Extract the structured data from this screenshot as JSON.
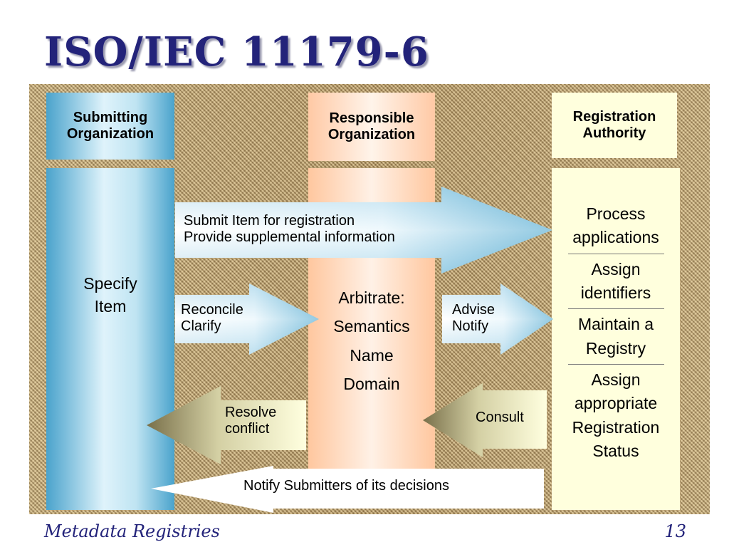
{
  "title": "ISO/IEC 11179-6",
  "headers": {
    "submitting": "Submitting\nOrganization",
    "responsible": "Responsible\nOrganization",
    "registration": "Registration\nAuthority"
  },
  "columns": {
    "submitting": "Specify\nItem",
    "responsible": "Arbitrate:\nSemantics\nName\nDomain",
    "registration": [
      "Process\napplications",
      "Assign\nidentifiers",
      "Maintain a\nRegistry",
      "Assign\nappropriate\nRegistration\nStatus"
    ]
  },
  "arrows": {
    "submit": "Submit Item for registration\nProvide supplemental information",
    "reconcile": "Reconcile\nClarify",
    "advise": "Advise\nNotify",
    "resolve": "Resolve\nconflict",
    "consult": "Consult",
    "notify": "Notify Submitters of its decisions"
  },
  "footer": {
    "left": "Metadata Registries",
    "page_number": "13"
  }
}
